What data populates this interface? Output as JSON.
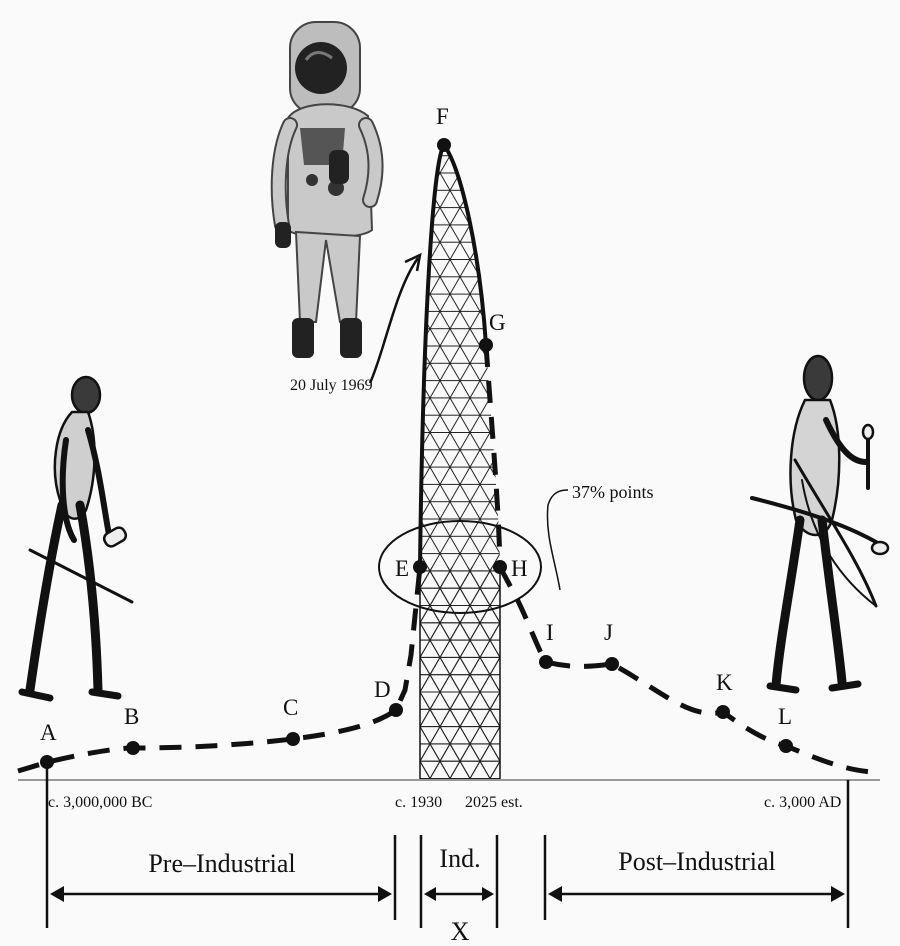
{
  "diagram": {
    "points": [
      {
        "id": "A",
        "label": "A"
      },
      {
        "id": "B",
        "label": "B"
      },
      {
        "id": "C",
        "label": "C"
      },
      {
        "id": "D",
        "label": "D"
      },
      {
        "id": "E",
        "label": "E"
      },
      {
        "id": "F",
        "label": "F"
      },
      {
        "id": "G",
        "label": "G"
      },
      {
        "id": "H",
        "label": "H"
      },
      {
        "id": "I",
        "label": "I"
      },
      {
        "id": "J",
        "label": "J"
      },
      {
        "id": "K",
        "label": "K"
      },
      {
        "id": "L",
        "label": "L"
      }
    ],
    "dates": {
      "start": "c. 3,000,000 BC",
      "industrial_start": "c. 1930",
      "industrial_end": "2025 est.",
      "end": "c. 3,000 AD"
    },
    "annotations": {
      "moon_landing": "20 July 1969",
      "percent_points": "37% points"
    },
    "eras": {
      "pre_industrial": "Pre–Industrial",
      "industrial": "Ind.",
      "post_industrial": "Post–Industrial",
      "duration_symbol": "X"
    },
    "figures": {
      "left": "primitive-man-with-spear",
      "top": "astronaut",
      "right": "primitive-man-with-bow"
    },
    "colors": {
      "ink": "#111111",
      "background": "#fafafa",
      "spacesuit": "#c9c9c9"
    }
  }
}
